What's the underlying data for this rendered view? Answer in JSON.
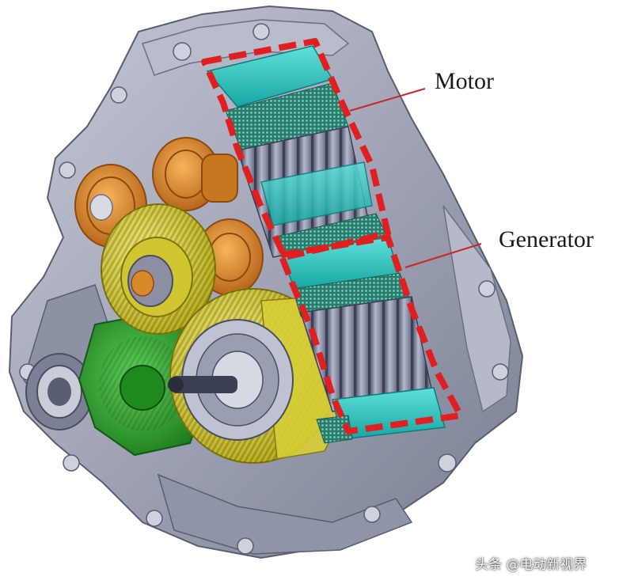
{
  "labels": {
    "motor": "Motor",
    "generator": "Generator"
  },
  "watermark": "头条 @电动新视界",
  "colors": {
    "housing": "#a4a8ba",
    "housing_dark": "#6c7084",
    "stator_teal": "#27c4c0",
    "rotor_core": "#7e84a0",
    "copper_winding": "#3e9a86",
    "gear_orange": "#e08a28",
    "gear_yellow": "#e6dc3a",
    "differential_green": "#2fa42f",
    "highlight_dash": "#e02020",
    "leader_line": "#c82828"
  },
  "components": [
    "housing",
    "motor",
    "generator",
    "intermediate-gears",
    "output-gear",
    "differential"
  ]
}
